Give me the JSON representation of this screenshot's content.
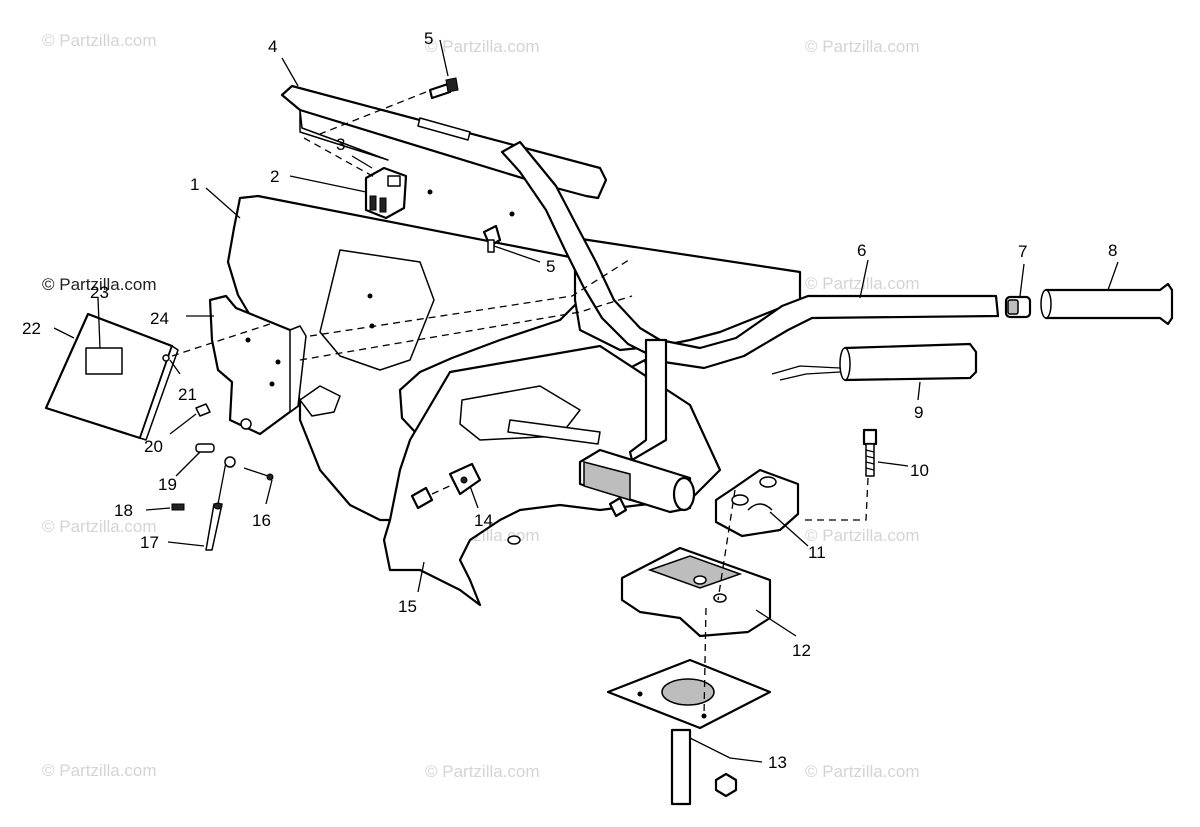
{
  "watermark": "© Partzilla.com",
  "callouts": {
    "c1": "1",
    "c2": "2",
    "c3": "3",
    "c4": "4",
    "c5a": "5",
    "c5b": "5",
    "c6": "6",
    "c7": "7",
    "c8": "8",
    "c9": "9",
    "c10": "10",
    "c11": "11",
    "c12": "12",
    "c13": "13",
    "c14": "14",
    "c15": "15",
    "c16": "16",
    "c17": "17",
    "c18": "18",
    "c19": "19",
    "c20": "20",
    "c21": "21",
    "c22": "22",
    "c23": "23",
    "c24": "24"
  }
}
